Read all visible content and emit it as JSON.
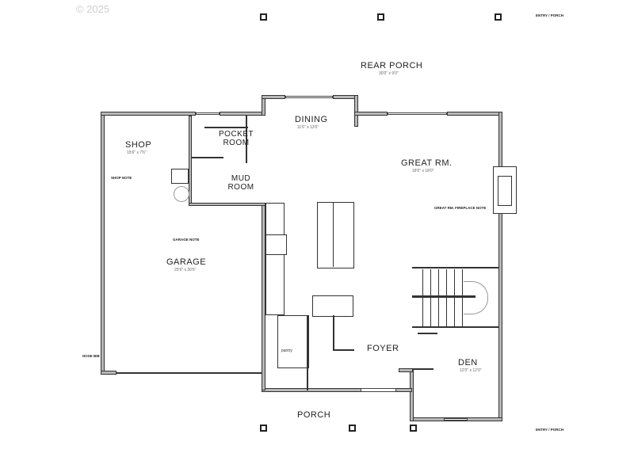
{
  "copyright": "© 2025",
  "rooms": {
    "rear_porch": {
      "label": "REAR PORCH",
      "dims": "30'0\" x 9'0\""
    },
    "dining": {
      "label": "DINING",
      "dims": "11'6\" x 13'0\""
    },
    "great_room": {
      "label": "GREAT RM.",
      "dims": "18'0\" x 18'0\""
    },
    "shop": {
      "label": "SHOP",
      "dims": "15'6\" x 7'6\""
    },
    "pocket_room": {
      "label": "POCKET ROOM"
    },
    "mud_room": {
      "label": "MUD ROOM"
    },
    "garage": {
      "label": "GARAGE",
      "dims": "25'6\" x 30'6\""
    },
    "foyer": {
      "label": "FOYER"
    },
    "den": {
      "label": "DEN",
      "dims": "12'0\" x 12'0\""
    },
    "porch": {
      "label": "PORCH"
    }
  },
  "fixtures": {
    "pantry": "pantry"
  },
  "notes": {
    "top_right": "ENTRY / PORCH",
    "bottom_right": "ENTRY / PORCH",
    "fireplace_note": "GREAT RM. FIREPLACE NOTE",
    "garage_note": "GARAGE NOTE",
    "shop_note": "SHOP NOTE",
    "bottom_left": "HOSE BIB"
  }
}
